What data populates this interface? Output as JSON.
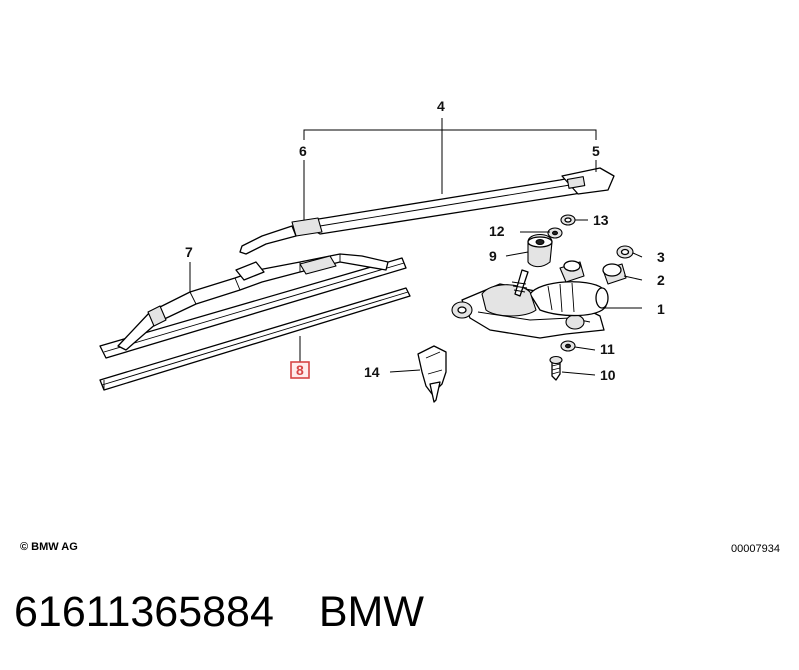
{
  "diagram": {
    "callouts": {
      "c1": "1",
      "c2": "2",
      "c3": "3",
      "c4": "4",
      "c5": "5",
      "c6": "6",
      "c7": "7",
      "c8": "8",
      "c9": "9",
      "c10": "10",
      "c11": "11",
      "c12": "12",
      "c13": "13",
      "c14": "14"
    },
    "highlighted_callout": "8",
    "copyright": "© BMW AG",
    "diagram_id": "00007934"
  },
  "footer": {
    "part_number": "61611365884",
    "brand": "BMW"
  }
}
